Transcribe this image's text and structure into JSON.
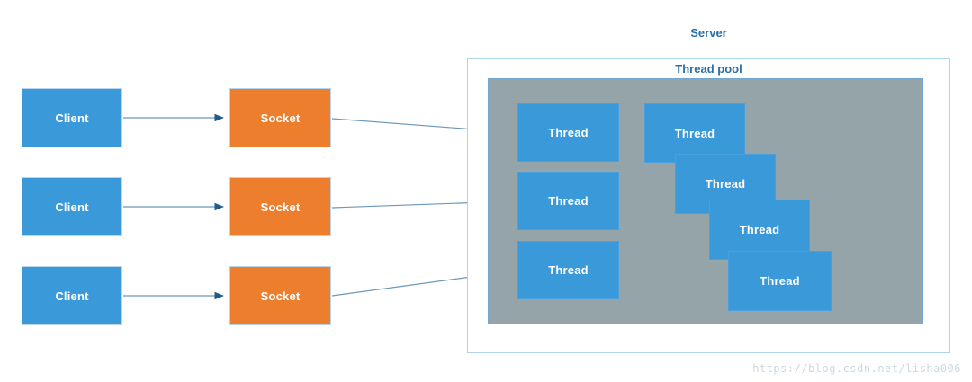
{
  "diagram": {
    "title": "Server",
    "clients": [
      {
        "label": "Client"
      },
      {
        "label": "Client"
      },
      {
        "label": "Client"
      }
    ],
    "sockets": [
      {
        "label": "Socket"
      },
      {
        "label": "Socket"
      },
      {
        "label": "Socket"
      }
    ],
    "thread_pool": {
      "label": "Thread pool",
      "threads_row": [
        "Thread",
        "Thread",
        "Thread"
      ],
      "threads_cascade": [
        "Thread",
        "Thread",
        "Thread",
        "Thread"
      ]
    },
    "watermark": "https://blog.csdn.net/lisha006",
    "colors": {
      "client_fill": "#3a99d9",
      "socket_fill": "#ec7e2e",
      "thread_fill": "#3a99d9",
      "thread_border": "#4aa0dd",
      "box_border": "#b9d5ec",
      "pool_fill": "#95a4a9",
      "pool_border": "#72a7d3",
      "outer_border": "#aed4ec",
      "label_blue": "#2a6fa8",
      "arrow_line": "#6b98ba",
      "arrow_head": "#1f5c8c",
      "watermark_color": "#ccd8e2"
    }
  }
}
